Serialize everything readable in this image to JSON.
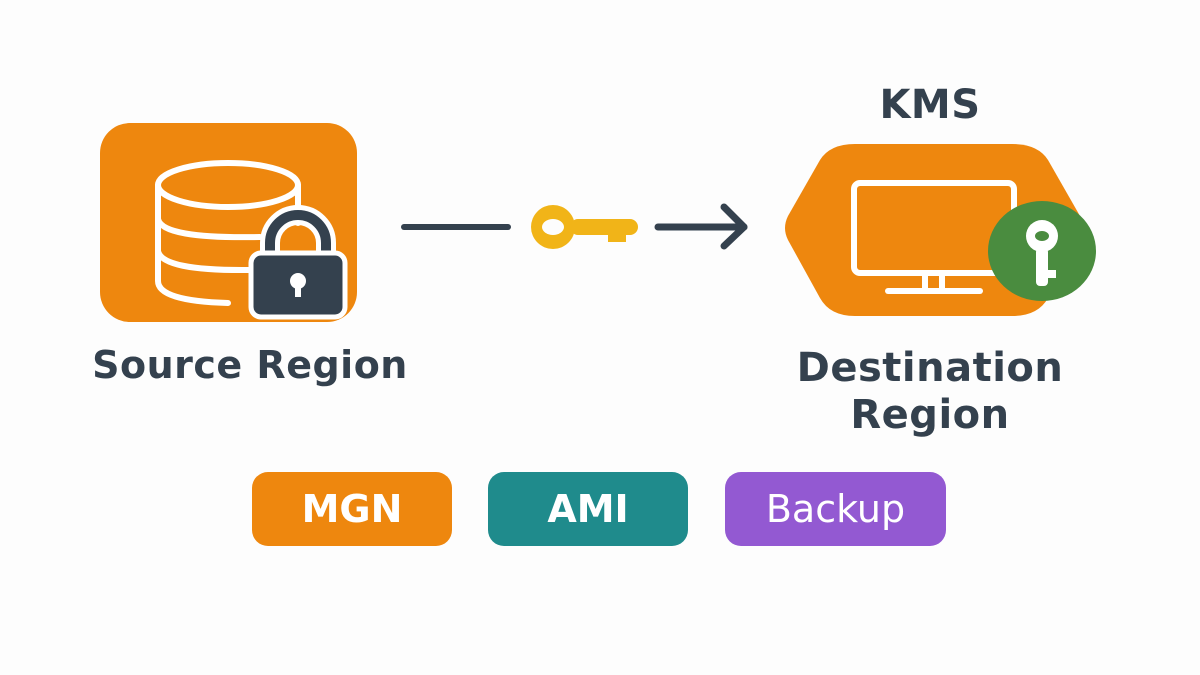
{
  "source": {
    "label": "Source Region",
    "icons": [
      "database-icon",
      "padlock-icon"
    ]
  },
  "transfer": {
    "icons": [
      "line-icon",
      "key-icon",
      "arrow-right-icon"
    ]
  },
  "destination": {
    "service_label": "KMS",
    "label_line1": "Destination",
    "label_line2": "Region",
    "icons": [
      "monitor-icon",
      "key-badge-icon"
    ]
  },
  "badges": [
    {
      "label": "MGN",
      "color": "#ee870e"
    },
    {
      "label": "AMI",
      "color": "#1f8b8c"
    },
    {
      "label": "Backup",
      "color": "#9359d2"
    }
  ],
  "colors": {
    "orange": "#ee870e",
    "dark": "#34414e",
    "key_yellow": "#f1b418",
    "green": "#4a8c3f",
    "teal": "#1f8b8c",
    "purple": "#9359d2"
  }
}
